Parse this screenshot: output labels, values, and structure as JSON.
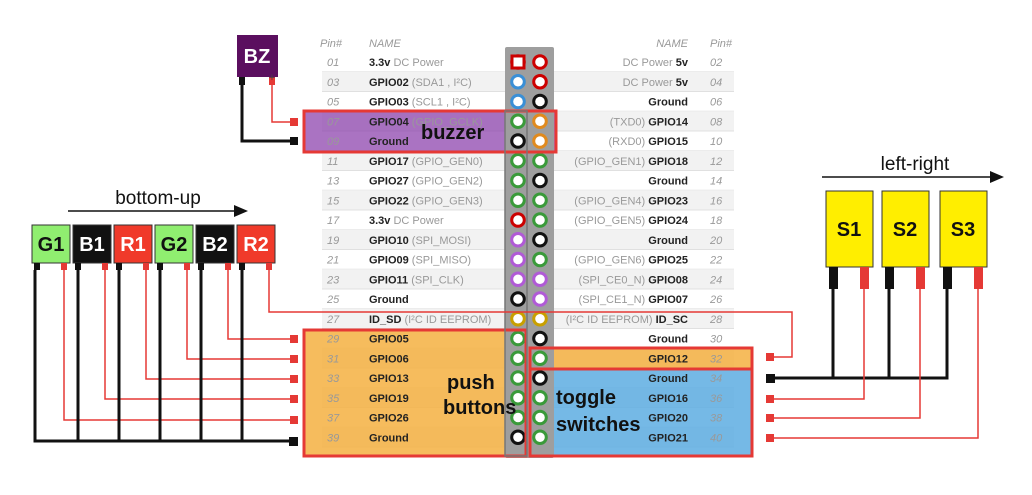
{
  "header": {
    "pin": "Pin#",
    "name": "NAME"
  },
  "rows": [
    {
      "ln": "01",
      "lname": "3.3v",
      "lsub": " DC Power",
      "rname": "DC Power ",
      "rb": "5v",
      "rn": "02",
      "lc": "#cc0000",
      "rc": "#cc0000"
    },
    {
      "ln": "03",
      "lname": "GPIO02",
      "lsub": " (SDA1 , I²C)",
      "rname": "DC Power ",
      "rb": "5v",
      "rn": "04",
      "lc": "#3a8fd6",
      "rc": "#cc0000"
    },
    {
      "ln": "05",
      "lname": "GPIO03",
      "lsub": " (SCL1 , I²C)",
      "rname": "Ground",
      "rb": "",
      "rn": "06",
      "lc": "#3a8fd6",
      "rc": "#111111"
    },
    {
      "ln": "07",
      "lname": "GPIO04",
      "lsub": " (GPIO_GCLK)",
      "rname": "(TXD0) ",
      "rb": "GPIO14",
      "rn": "08",
      "lc": "#3a9a3a",
      "rc": "#e08a1e"
    },
    {
      "ln": "09",
      "lname": "Ground",
      "lsub": "",
      "rname": "(RXD0) ",
      "rb": "GPIO15",
      "rn": "10",
      "lc": "#111111",
      "rc": "#e08a1e"
    },
    {
      "ln": "11",
      "lname": "GPIO17",
      "lsub": " (GPIO_GEN0)",
      "rname": "(GPIO_GEN1) ",
      "rb": "GPIO18",
      "rn": "12",
      "lc": "#3a9a3a",
      "rc": "#3a9a3a"
    },
    {
      "ln": "13",
      "lname": "GPIO27",
      "lsub": " (GPIO_GEN2)",
      "rname": "Ground",
      "rb": "",
      "rn": "14",
      "lc": "#3a9a3a",
      "rc": "#111111"
    },
    {
      "ln": "15",
      "lname": "GPIO22",
      "lsub": " (GPIO_GEN3)",
      "rname": "(GPIO_GEN4) ",
      "rb": "GPIO23",
      "rn": "16",
      "lc": "#3a9a3a",
      "rc": "#3a9a3a"
    },
    {
      "ln": "17",
      "lname": "3.3v",
      "lsub": " DC Power",
      "rname": "(GPIO_GEN5) ",
      "rb": "GPIO24",
      "rn": "18",
      "lc": "#cc0000",
      "rc": "#3a9a3a"
    },
    {
      "ln": "19",
      "lname": "GPIO10",
      "lsub": " (SPI_MOSI)",
      "rname": "Ground",
      "rb": "",
      "rn": "20",
      "lc": "#b05ad6",
      "rc": "#111111"
    },
    {
      "ln": "21",
      "lname": "GPIO09",
      "lsub": " (SPI_MISO)",
      "rname": "(GPIO_GEN6) ",
      "rb": "GPIO25",
      "rn": "22",
      "lc": "#b05ad6",
      "rc": "#3a9a3a"
    },
    {
      "ln": "23",
      "lname": "GPIO11",
      "lsub": " (SPI_CLK)",
      "rname": "(SPI_CE0_N) ",
      "rb": "GPIO08",
      "rn": "24",
      "lc": "#b05ad6",
      "rc": "#b05ad6"
    },
    {
      "ln": "25",
      "lname": "Ground",
      "lsub": "",
      "rname": "(SPI_CE1_N) ",
      "rb": "GPIO07",
      "rn": "26",
      "lc": "#111111",
      "rc": "#b05ad6"
    },
    {
      "ln": "27",
      "lname": "ID_SD",
      "lsub": " (I²C ID EEPROM)",
      "rname": "(I²C ID EEPROM) ",
      "rb": "ID_SC",
      "rn": "28",
      "lc": "#c8a000",
      "rc": "#c8a000"
    },
    {
      "ln": "29",
      "lname": "GPIO05",
      "lsub": "",
      "rname": "Ground",
      "rb": "",
      "rn": "30",
      "lc": "#3a9a3a",
      "rc": "#111111"
    },
    {
      "ln": "31",
      "lname": "GPIO06",
      "lsub": "",
      "rname": "GPIO12",
      "rb": "",
      "rn": "32",
      "lc": "#3a9a3a",
      "rc": "#3a9a3a"
    },
    {
      "ln": "33",
      "lname": "GPIO13",
      "lsub": "",
      "rname": "Ground",
      "rb": "",
      "rn": "34",
      "lc": "#3a9a3a",
      "rc": "#111111"
    },
    {
      "ln": "35",
      "lname": "GPIO19",
      "lsub": "",
      "rname": "GPIO16",
      "rb": "",
      "rn": "36",
      "lc": "#3a9a3a",
      "rc": "#3a9a3a"
    },
    {
      "ln": "37",
      "lname": "GPIO26",
      "lsub": "",
      "rname": "GPIO20",
      "rb": "",
      "rn": "38",
      "lc": "#3a9a3a",
      "rc": "#3a9a3a"
    },
    {
      "ln": "39",
      "lname": "Ground",
      "lsub": "",
      "rname": "GPIO21",
      "rb": "",
      "rn": "40",
      "lc": "#111111",
      "rc": "#3a9a3a"
    }
  ],
  "labels": {
    "buzzer": "buzzer",
    "push1": "push",
    "push2": "buttons",
    "toggle1": "toggle",
    "toggle2": "switches",
    "bottom_up": "bottom-up",
    "left_right": "left-right"
  },
  "components": {
    "bz": "BZ",
    "leds": [
      "G1",
      "B1",
      "R1",
      "G2",
      "B2",
      "R2"
    ],
    "switches": [
      "S1",
      "S2",
      "S3"
    ]
  },
  "colors": {
    "wire_red": "#e53935",
    "wire_black": "#111111",
    "buzzer_box": "#8e44ad",
    "push_box": "#f5b041",
    "toggle_box": "#5dade2",
    "led_green": "#90ee70",
    "led_black": "#111111",
    "led_red": "#f03a2a",
    "switch_yellow": "#ffee00",
    "bz_purple": "#5b0f5f"
  }
}
